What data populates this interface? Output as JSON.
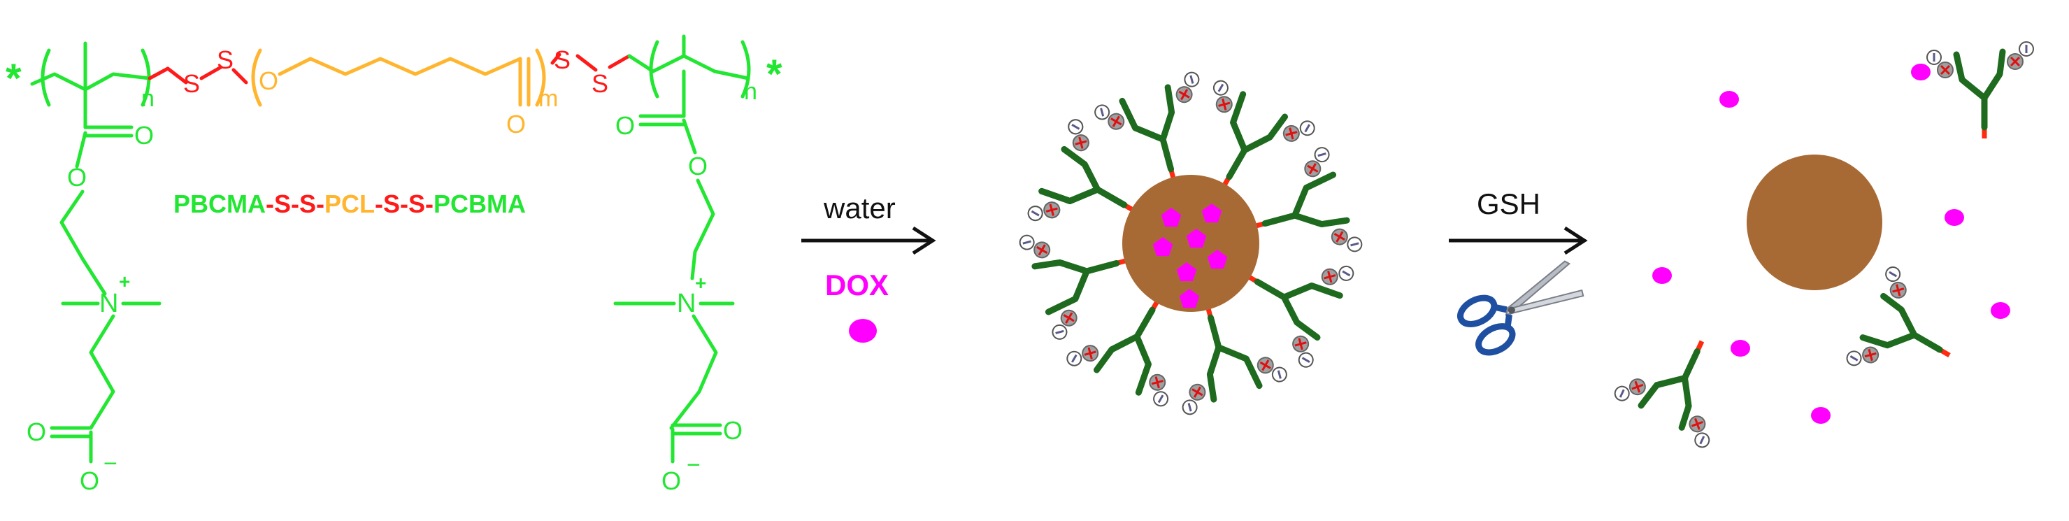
{
  "colors": {
    "green": "#22e632",
    "red": "#ff1a1a",
    "orange": "#ffb52e",
    "black": "#111111",
    "magenta": "#ff00ff",
    "brown": "#a86a35",
    "dark_green": "#1e6a1e",
    "chain_red": "#ff2a10",
    "charge_plus_fill": "#a0a0a0",
    "charge_plus_mark": "#e01010",
    "charge_minus_fill": "#ffffff",
    "charge_minus_mark": "#5a5a8a",
    "scissors_handle": "#1f4fa0",
    "scissors_blade": "#b8bcc4"
  },
  "structure": {
    "label_pbcma_1": "PBCMA",
    "label_ss_1": "-S-S-",
    "label_pcl": "PCL",
    "label_ss_2": "-S-S-",
    "label_pbcma_2": "PCBMA",
    "star": "*",
    "n_sub": "n",
    "m_sub": "m",
    "s_atom": "S",
    "o_atom": "O",
    "n_atom": "N",
    "plus": "+",
    "minus": "−"
  },
  "step1": {
    "label": "water",
    "reagent": "DOX"
  },
  "step2": {
    "label": "GSH"
  },
  "icons": {
    "arrow1": "right-arrow-icon",
    "arrow2": "right-arrow-icon",
    "scissors": "scissors-icon",
    "dox": "dox-dot-icon"
  }
}
